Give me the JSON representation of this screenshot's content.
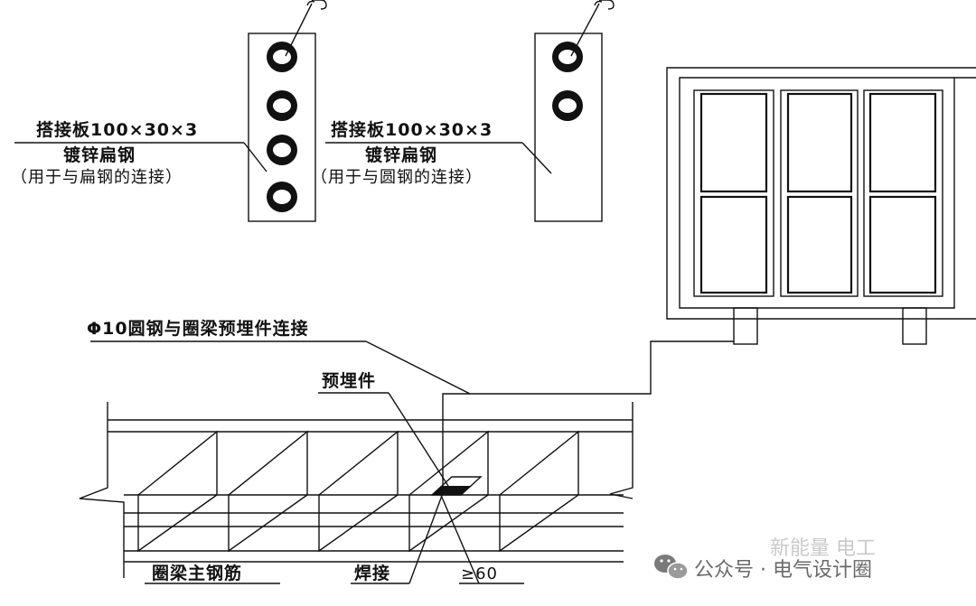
{
  "labels": {
    "plate_left_line1": "搭接板100×30×3",
    "plate_left_line2": "镀锌扁钢",
    "plate_left_line3": "（用于与扁钢的连接）",
    "plate_right_line1": "搭接板100×30×3",
    "plate_right_line2": "镀锌扁钢",
    "plate_right_line3": "（用于与圆钢的连接）",
    "round_steel": "Φ10圆钢与圈梁预埋件连接",
    "embedded_part": "预埋件",
    "ring_beam_rebar": "圈梁主钢筋",
    "weld": "焊接",
    "min_length": "≥60"
  },
  "watermark": {
    "line_faint": "新能量  电工",
    "line_main": "公众号 · 电气设计圈",
    "icon": "wechat-icon"
  },
  "colors": {
    "line": "#111111",
    "background": "#ffffff",
    "watermark": "#6a6a6a"
  }
}
